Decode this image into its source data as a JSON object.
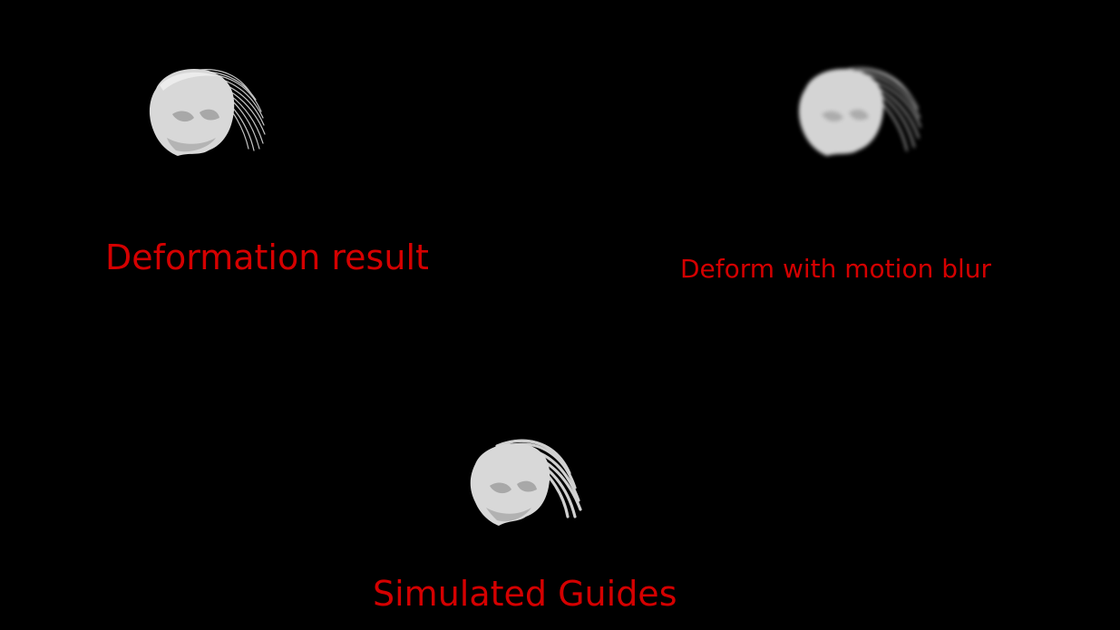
{
  "colors": {
    "background": "#000000",
    "label": "#d40000",
    "head": "#d8d8d8",
    "head_shadow": "#a9a9a9",
    "hair": "#c8c8c8"
  },
  "panels": {
    "deformation": {
      "label": "Deformation result"
    },
    "motion_blur": {
      "label": "Deform with motion blur"
    },
    "guides": {
      "label": "Simulated Guides"
    }
  }
}
